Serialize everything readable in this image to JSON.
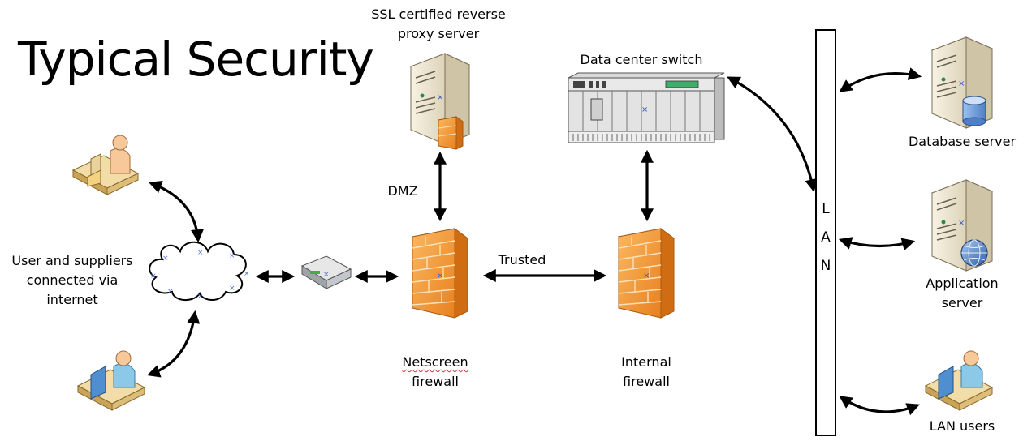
{
  "title": "Typical Security",
  "labels": {
    "proxy_line1": "SSL certified reverse",
    "proxy_line2": "proxy server",
    "switch": "Data center switch",
    "database_server": "Database server",
    "app_line1": "Application",
    "app_line2": "server",
    "lan_users": "LAN users",
    "dmz": "DMZ",
    "trusted": "Trusted",
    "netscreen_line1": "Netscreen",
    "netscreen_line2": "firewall",
    "internal_line1": "Internal",
    "internal_line2": "firewall",
    "users_line1": "User and suppliers",
    "users_line2": "connected via",
    "users_line3": "internet"
  },
  "lan": [
    "L",
    "A",
    "N"
  ],
  "colors": {
    "firewall_orange": "#f39a3c",
    "server_beige": "#ece4cf",
    "person_skin": "#f6c89a",
    "person_blue": "#8cc8e8"
  }
}
